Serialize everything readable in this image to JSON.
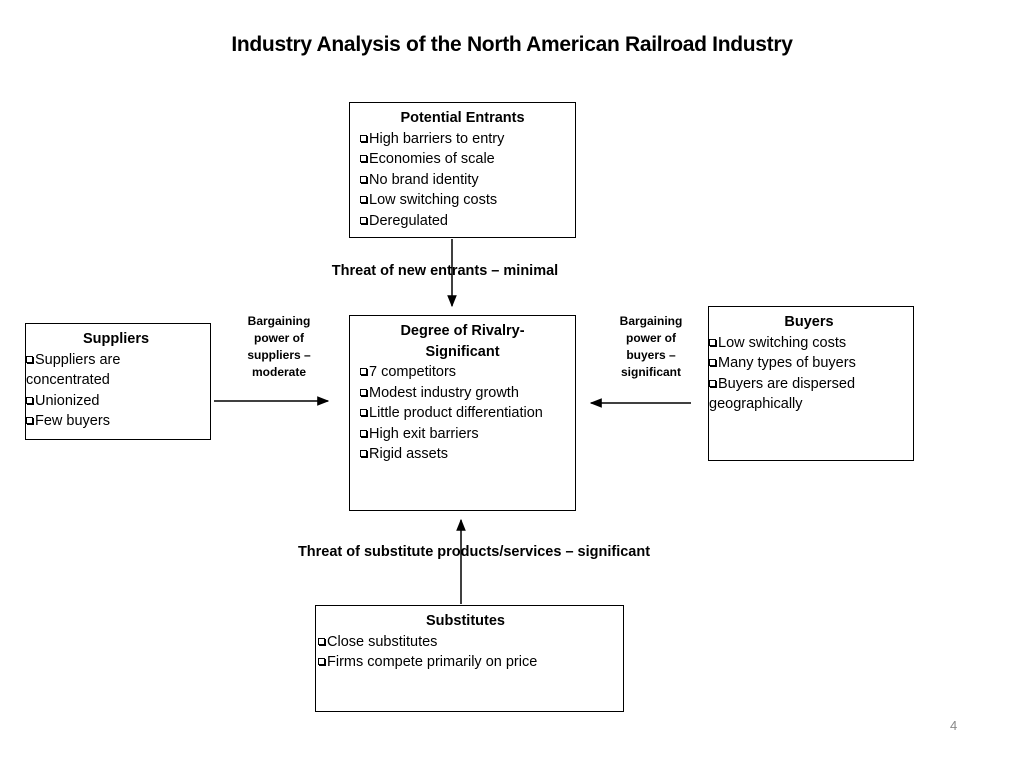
{
  "title": "Industry Analysis of the North American Railroad Industry",
  "page_number": "4",
  "potential_entrants": {
    "heading": "Potential Entrants",
    "items": [
      "High barriers to entry",
      "Economies of scale",
      "No brand identity",
      "Low switching costs",
      "Deregulated"
    ]
  },
  "threat_new_entrants": "Threat of new entrants – minimal",
  "suppliers": {
    "heading": "Suppliers",
    "items": [
      "Suppliers are concentrated",
      "Unionized",
      "Few buyers"
    ]
  },
  "supplier_power": {
    "lines": [
      "Bargaining",
      "power of",
      "suppliers –",
      "moderate"
    ]
  },
  "rivalry": {
    "heading_lines": [
      "Degree of Rivalry-",
      "Significant"
    ],
    "items": [
      "7 competitors",
      "Modest industry growth",
      "Little product differentiation",
      "High exit barriers",
      "Rigid assets"
    ]
  },
  "buyer_power": {
    "lines": [
      "Bargaining",
      "power of",
      "buyers –",
      "significant"
    ]
  },
  "buyers": {
    "heading": "Buyers",
    "items": [
      "Low switching costs",
      "Many types of buyers",
      "Buyers are dispersed geographically"
    ]
  },
  "threat_substitutes": "Threat of substitute products/services – significant",
  "substitutes": {
    "heading": "Substitutes",
    "items": [
      "Close substitutes",
      "Firms compete primarily on price"
    ]
  }
}
